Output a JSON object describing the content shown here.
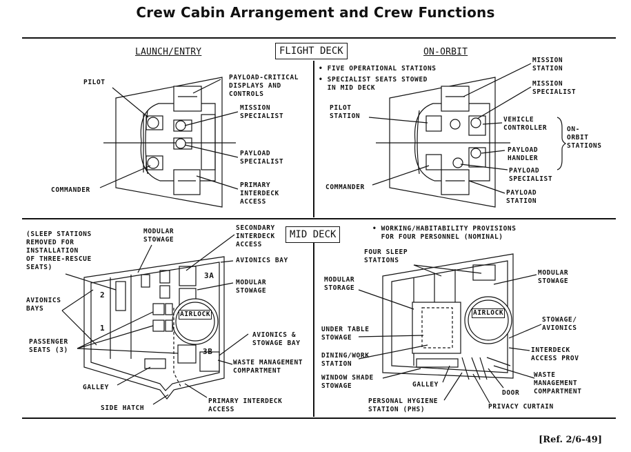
{
  "title": "Crew Cabin Arrangement and Crew Functions",
  "flight_deck": {
    "box_label": "FLIGHT DECK",
    "left_header": "LAUNCH/ENTRY",
    "right_header": "ON-ORBIT",
    "notes": [
      "• FIVE OPERATIONAL STATIONS",
      "• SPECIALIST SEATS STOWED\n  IN MID DECK"
    ],
    "left_labels": {
      "pilot": "PILOT",
      "payload_critical": "PAYLOAD-CRITICAL\nDISPLAYS AND\nCONTROLS",
      "mission_specialist": "MISSION\nSPECIALIST",
      "payload_specialist": "PAYLOAD\nSPECIALIST",
      "primary_interdeck": "PRIMARY\nINTERDECK\nACCESS",
      "commander": "COMMANDER"
    },
    "right_labels": {
      "pilot_station": "PILOT\nSTATION",
      "mission_station": "MISSION\nSTATION",
      "mission_specialist": "MISSION\nSPECIALIST",
      "vehicle_controller": "VEHICLE\nCONTROLLER",
      "on_orbit_stations": "ON-\nORBIT\nSTATIONS",
      "payload_handler": "PAYLOAD\nHANDLER",
      "payload_specialist": "PAYLOAD\nSPECIALIST",
      "payload_station": "PAYLOAD\nSTATION",
      "commander": "COMMANDER"
    }
  },
  "mid_deck": {
    "box_label": "MID DECK",
    "notes": [
      "• WORKING/HABITABILITY PROVISIONS\n  FOR FOUR PERSONNEL (NOMINAL)"
    ],
    "left_labels": {
      "sleep_removed": "(SLEEP STATIONS\nREMOVED FOR\nINSTALLATION\nOF THREE-RESCUE\nSEATS)",
      "modular_stowage_top": "MODULAR\nSTOWAGE",
      "secondary_interdeck": "SECONDARY\nINTERDECK\nACCESS",
      "avionics_bay": "AVIONICS BAY",
      "modular_stowage_right": "MODULAR\nSTOWAGE",
      "avionics_bays": "AVIONICS\nBAYS",
      "passenger_seats": "PASSENGER\nSEATS (3)",
      "airlock": "AIRLOCK",
      "avionics_stowage_bay": "AVIONICS &\nSTOWAGE BAY",
      "waste_mgmt": "WASTE MANAGEMENT\nCOMPARTMENT",
      "galley": "GALLEY",
      "side_hatch": "SIDE HATCH",
      "primary_interdeck": "PRIMARY INTERDECK\nACCESS",
      "bay_2": "2",
      "bay_1": "1",
      "bay_3a": "3A",
      "bay_3b": "3B"
    },
    "right_labels": {
      "four_sleep": "FOUR SLEEP\nSTATIONS",
      "modular_storage": "MODULAR\nSTORAGE",
      "modular_stowage": "MODULAR\nSTOWAGE",
      "airlock": "AIRLOCK",
      "under_table": "UNDER TABLE\nSTOWAGE",
      "stowage_avionics": "STOWAGE/\nAVIONICS",
      "dining_work": "DINING/WORK\nSTATION",
      "interdeck_access": "INTERDECK\nACCESS PROV",
      "window_shade": "WINDOW SHADE\nSTOWAGE",
      "galley": "GALLEY",
      "waste_mgmt": "WASTE\nMANAGEMENT\nCOMPARTMENT",
      "door": "DOOR",
      "personal_hygiene": "PERSONAL HYGIENE\nSTATION (PHS)",
      "privacy_curtain": "PRIVACY CURTAIN"
    }
  },
  "reference": "[Ref. 2/6-49]"
}
